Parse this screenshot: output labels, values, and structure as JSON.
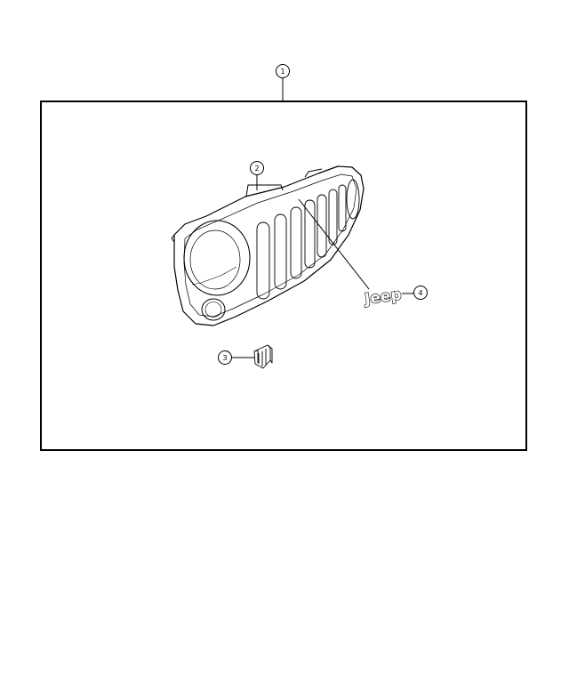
{
  "callouts": [
    {
      "id": "1",
      "label": "1"
    },
    {
      "id": "2",
      "label": "2"
    },
    {
      "id": "3",
      "label": "3"
    },
    {
      "id": "4",
      "label": "4"
    }
  ],
  "parts": {
    "emblem_text": "Jeep"
  }
}
